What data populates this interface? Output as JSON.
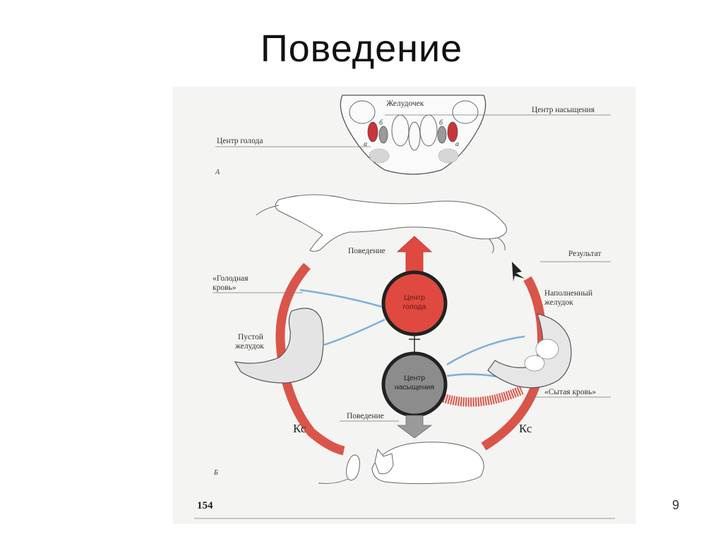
{
  "slide": {
    "title": "Поведение",
    "page_number": "9"
  },
  "figure": {
    "panel_a": {
      "panel_letter": "А",
      "stomach_label": "Желудочек",
      "satiety_center_label": "Центр насыщения",
      "hunger_center_label": "Центр голода",
      "mark_a": "а",
      "mark_b": "б"
    },
    "panel_b": {
      "panel_letter": "Б",
      "behavior_top": "Поведение",
      "result": "Результат",
      "hungry_blood_line1": "«Голодная",
      "hungry_blood_line2": "кровь»",
      "full_stomach_line1": "Наполненный",
      "full_stomach_line2": "желудок",
      "empty_stomach_line1": "Пустой",
      "empty_stomach_line2": "желудок",
      "fed_blood": "«Сытая кровь»",
      "behavior_bottom": "Поведение",
      "hunger_center_line1": "Центр",
      "hunger_center_line2": "голода",
      "satiety_center_line1": "Центр",
      "satiety_center_line2": "насыщения",
      "ks_left": "Кс",
      "ks_right": "Кс"
    },
    "book_page": "154",
    "colors": {
      "hunger_red": "#e0493f",
      "satiety_gray": "#8c8c8c",
      "vessel_red": "#d9554a",
      "nerve_blue": "#7fb0dc",
      "label_ink": "#333333"
    }
  }
}
